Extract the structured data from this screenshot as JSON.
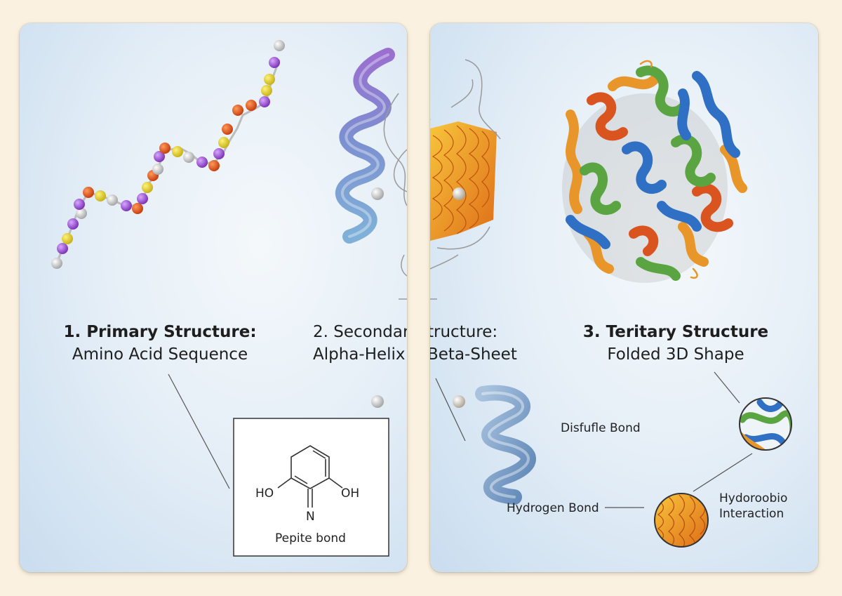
{
  "sections": {
    "primary": {
      "number_title": "1. Primary Structure:",
      "subtitle": "Amino Acid Sequence",
      "inset": {
        "hydroxyl_left": "HO",
        "hydroxyl_right": "OH",
        "nitrogen": "N",
        "caption": "Pepite bond"
      }
    },
    "secondary": {
      "title_left": "2. Secondar",
      "title_right": "tructure:",
      "subtitle_left": "Alpha-Helix",
      "subtitle_right": "Beta-Sheet"
    },
    "tertiary": {
      "number_title": "3. Teritary Structure",
      "subtitle": "Folded 3D Shape",
      "labels": {
        "disulfide": "Disfufle Bond",
        "hydrogen": "Hydrogen Bond",
        "hydrophobic_line1": "Hydoroobio",
        "hydrophobic_line2": "Interaction"
      }
    }
  },
  "colors": {
    "page_background": "#fbf1e0",
    "residue_purple": "#9b4fd0",
    "residue_yellow": "#e6d22a",
    "residue_orange": "#e2561c",
    "residue_gray": "#d6d6d6",
    "helix_blue": "#7fa7cf",
    "sheet_orange": "#f0a022",
    "protein_green": "#5aa542",
    "protein_blue": "#2f6fc4",
    "protein_orange": "#e8962a",
    "protein_red": "#d9541e"
  }
}
